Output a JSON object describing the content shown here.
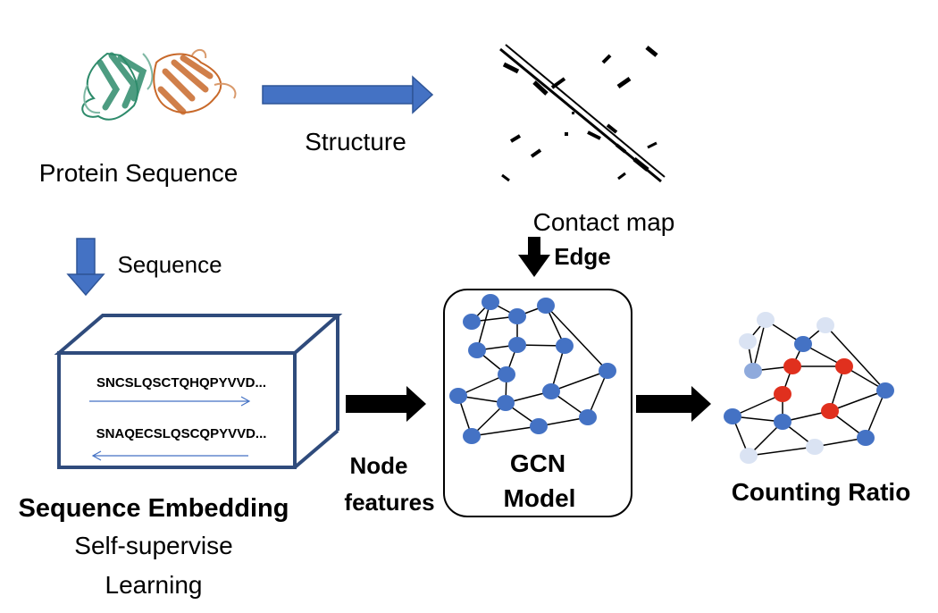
{
  "labels": {
    "protein_sequence": "Protein Sequence",
    "structure": "Structure",
    "contact_map": "Contact map",
    "edge": "Edge",
    "sequence": "Sequence",
    "seq_line_1": "SNCSLQSCTQHQPYVVD...",
    "seq_line_2": "SNAQECSLQSCQPYVVD...",
    "sequence_embedding": "Sequence Embedding",
    "self_supervise": "Self-supervise",
    "learning": "Learning",
    "node": "Node",
    "features": "features",
    "gcn": "GCN",
    "model": "Model",
    "counting_ratio": "Counting Ratio"
  },
  "colors": {
    "arrow_blue": "#4472c4",
    "node_blue": "#4472c4",
    "node_light": "#dae3f3",
    "node_mid": "#8faadc",
    "node_red": "#e0301e",
    "box_stroke": "#2f4b7c",
    "protein_green": "#2e8b6b",
    "protein_orange": "#c8692a"
  },
  "icons": {
    "protein_structure": "protein-ribbon-icon",
    "contact_map": "contact-map-icon"
  }
}
